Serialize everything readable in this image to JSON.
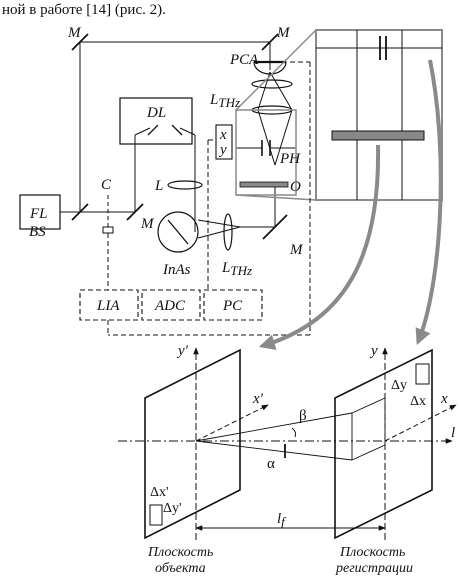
{
  "caption": "ной в работе [14] (рис. 2).",
  "setup": {
    "mirror_label": "M",
    "fl": "FL",
    "bs": "BS",
    "c": "C",
    "dl": "DL",
    "lens_l": "L",
    "inas": "InAs",
    "lthz_main": "L",
    "thz_sub": "THz",
    "pca": "PCA",
    "ph": "PH",
    "o": "O",
    "stage_x": "x",
    "stage_y": "y",
    "lia": "LIA",
    "adc": "ADC",
    "pc": "PC"
  },
  "geometry": {
    "y_prime": "y'",
    "x_prime": "x'",
    "y": "y",
    "x": "x",
    "l": "l",
    "beta": "β",
    "alpha": "α",
    "dx_prime": "Δx'",
    "dy_prime": "Δy'",
    "dy": "Δy",
    "dx": "Δx",
    "lf_main": "l",
    "lf_sub": "f",
    "object_plane_line1": "Плоскость",
    "object_plane_line2": "объекта",
    "registration_plane_line1": "Плоскость",
    "registration_plane_line2": "регистрации"
  }
}
